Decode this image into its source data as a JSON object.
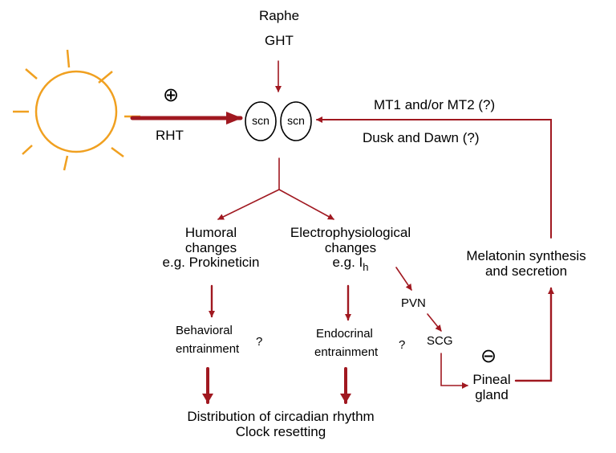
{
  "top_labels": {
    "raphe": "Raphe",
    "ght": "GHT"
  },
  "scn": {
    "left": "scn",
    "right": "scn"
  },
  "light_input": {
    "plus": "⊕",
    "rht": "RHT"
  },
  "feedback": {
    "receptors": "MT1 and/or MT2 (?)",
    "timing": "Dusk and Dawn (?)"
  },
  "humoral": {
    "line1": "Humoral",
    "line2": "changes",
    "line3": "e.g. Prokineticin"
  },
  "electro": {
    "line1": "Electrophysiological",
    "line2": "changes",
    "example_prefix": "e.g. I",
    "example_sub": "h"
  },
  "behavioral": {
    "line1": "Behavioral",
    "line2": "entrainment",
    "q": "?"
  },
  "endocrinal": {
    "line1": "Endocrinal",
    "line2": "entrainment",
    "q": "?"
  },
  "pathway": {
    "pvn": "PVN",
    "scg": "SCG"
  },
  "pineal": {
    "minus": "⊖",
    "line1": "Pineal",
    "line2": "gland"
  },
  "melatonin": {
    "line1": "Melatonin synthesis",
    "line2": "and secretion"
  },
  "output": {
    "line1": "Distribution of circadian rhythm",
    "line2": "Clock resetting"
  },
  "colors": {
    "arrow": "#a01820",
    "sun": "#f0a020",
    "text": "#000000"
  }
}
